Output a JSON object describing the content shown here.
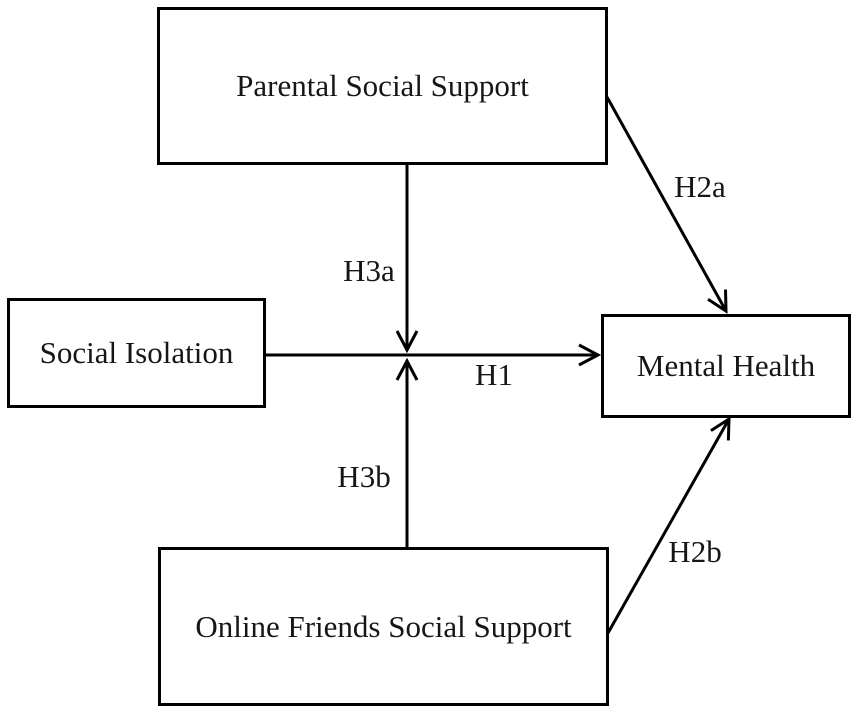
{
  "diagram_type": "hypothesis-path-model",
  "background_color": "#ffffff",
  "line_color": "#000000",
  "text_color": "#161616",
  "nodes": {
    "parental": {
      "label": "Parental Social Support"
    },
    "social_isolation": {
      "label": "Social Isolation"
    },
    "mental_health": {
      "label": "Mental Health"
    },
    "online_friends": {
      "label": "Online Friends Social Support"
    }
  },
  "edges": {
    "h1": {
      "label": "H1",
      "from": "social_isolation",
      "to": "mental_health",
      "style": "straight-arrow"
    },
    "h2a": {
      "label": "H2a",
      "from": "parental",
      "to": "mental_health",
      "style": "straight-arrow"
    },
    "h2b": {
      "label": "H2b",
      "from": "online_friends",
      "to": "mental_health",
      "style": "straight-arrow"
    },
    "h3a": {
      "label": "H3a",
      "from": "parental",
      "to": "h1-path",
      "style": "moderation-arrow"
    },
    "h3b": {
      "label": "H3b",
      "from": "online_friends",
      "to": "h1-path",
      "style": "moderation-arrow"
    }
  }
}
